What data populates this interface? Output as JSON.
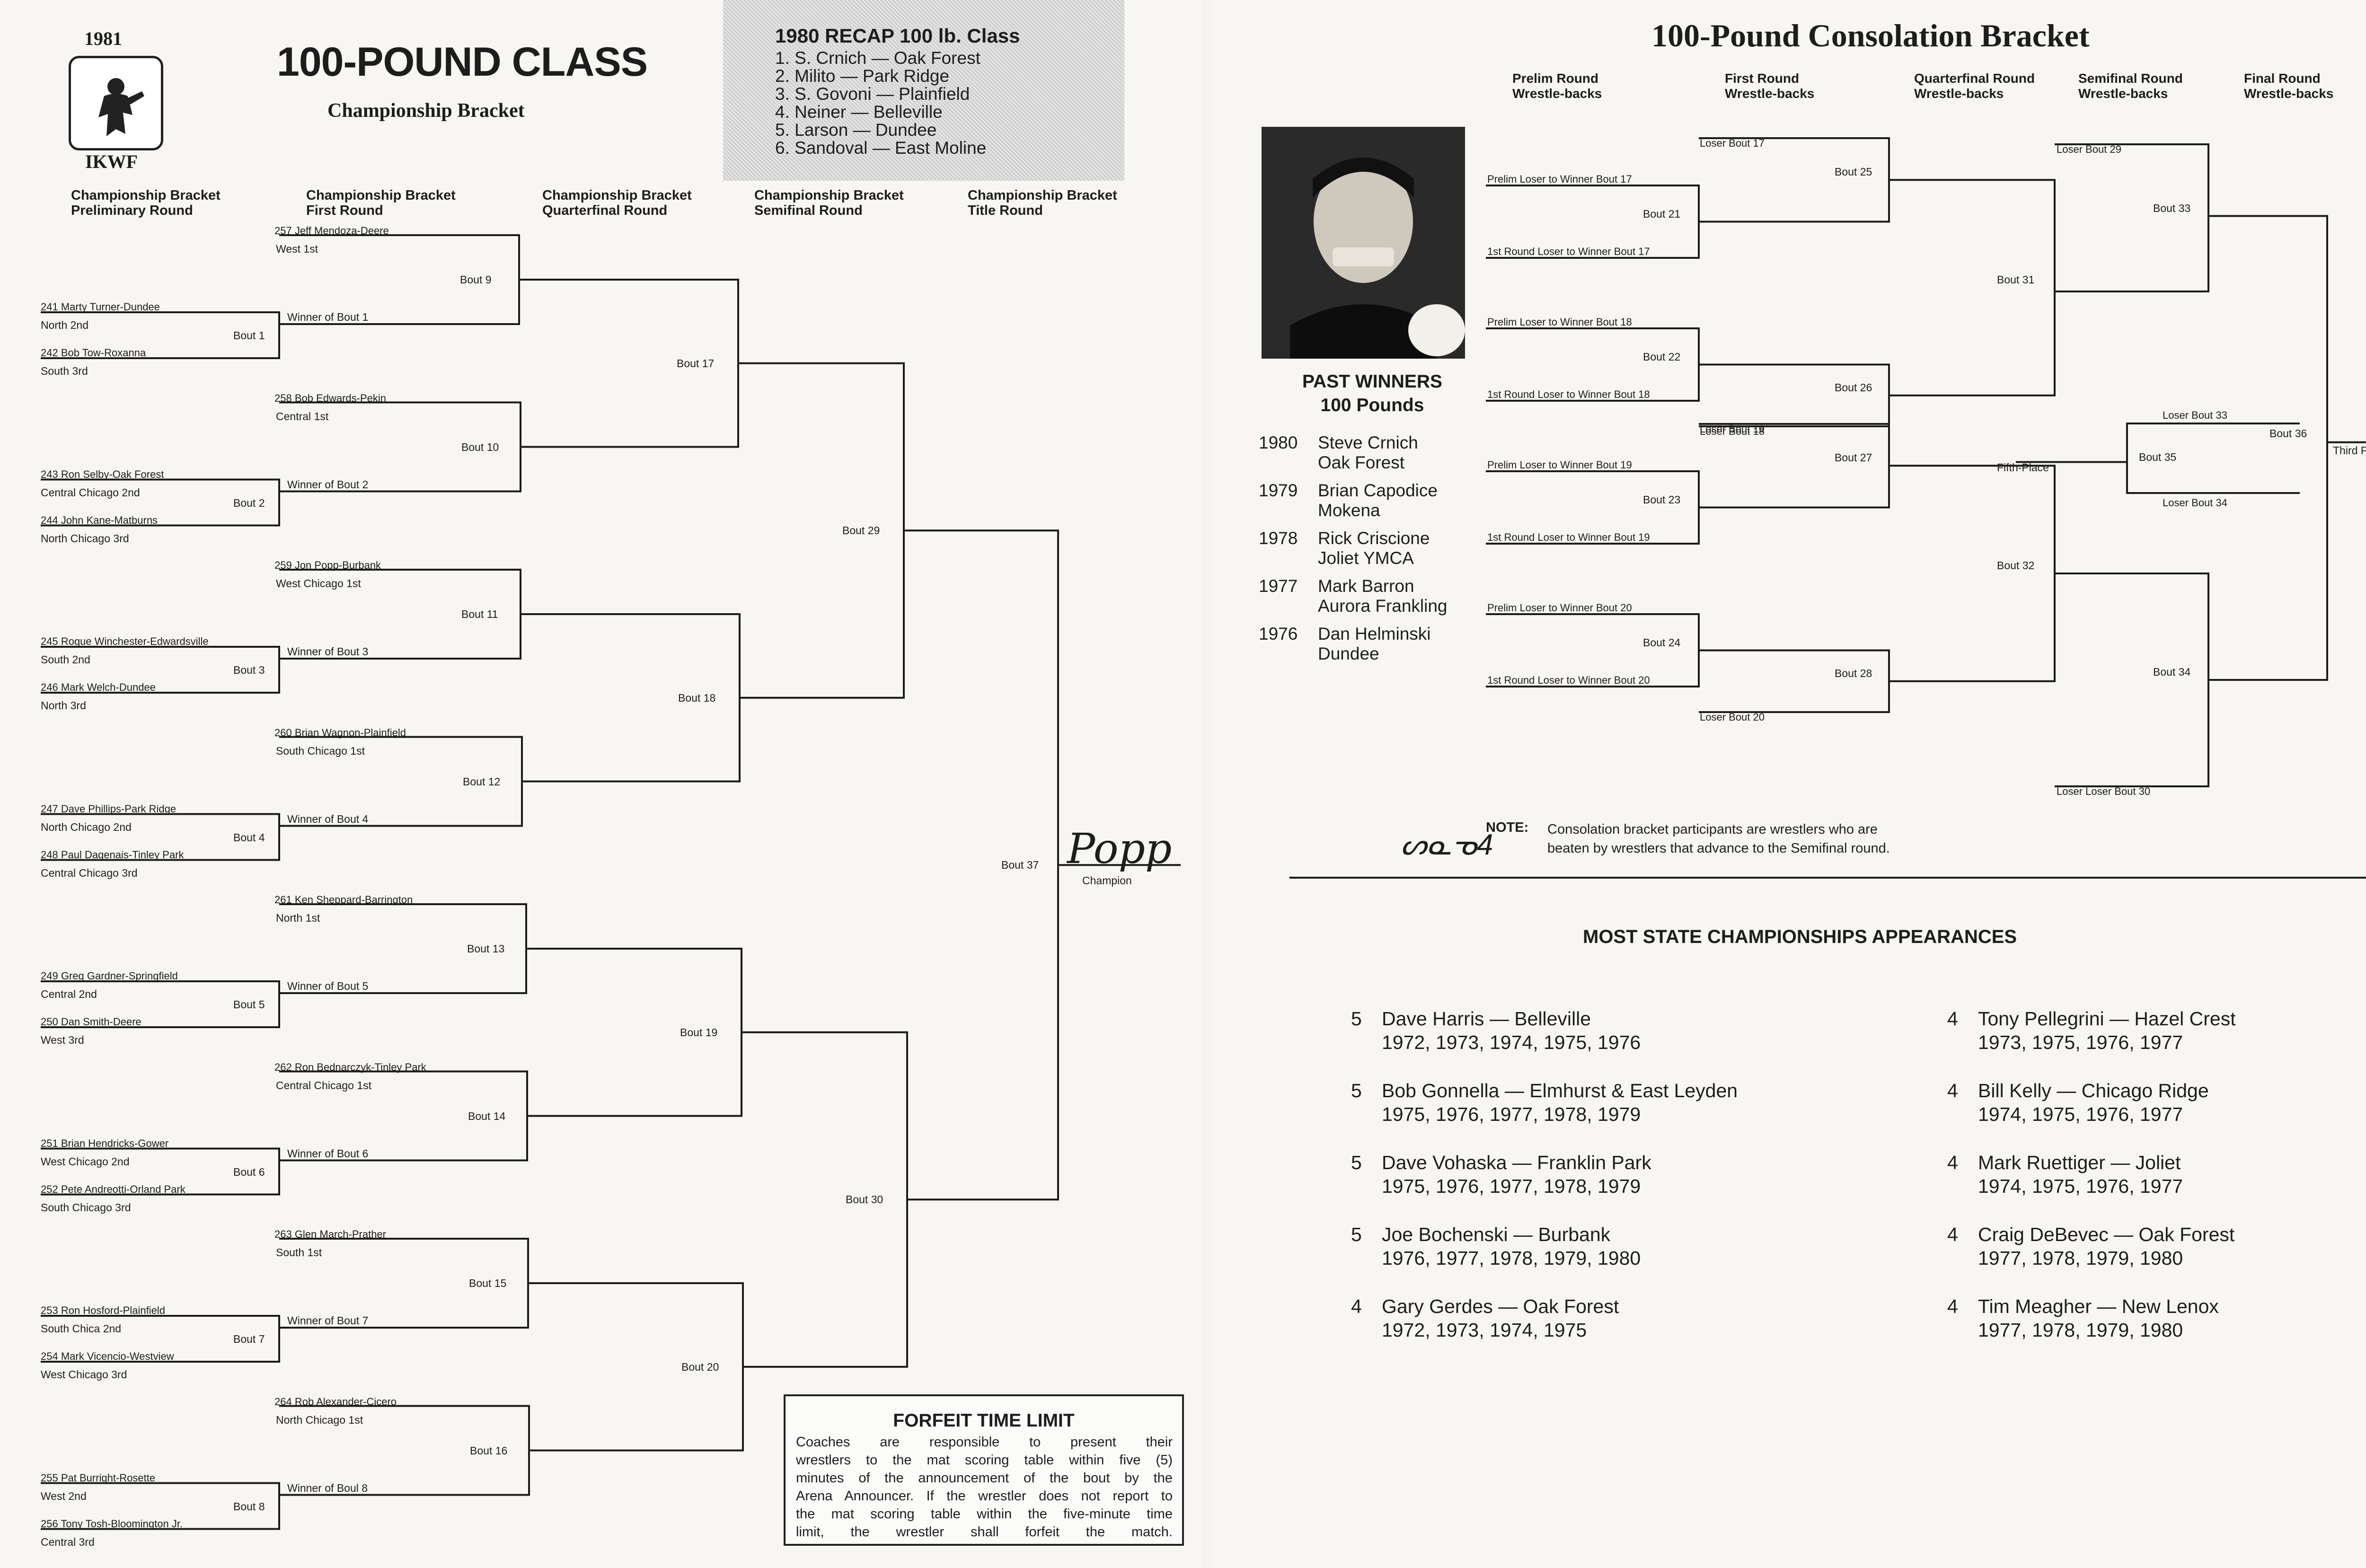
{
  "left": {
    "year": "1981",
    "logo_text": "IKWF",
    "title": "100-POUND CLASS",
    "subtitle": "Championship Bracket",
    "recap": {
      "title": "1980 RECAP  100 lb. Class",
      "items": [
        "1.  S. Crnich — Oak Forest",
        "2.  Milito — Park Ridge",
        "3.  S. Govoni — Plainfield",
        "4.  Neiner — Belleville",
        "5.  Larson — Dundee",
        "6.  Sandoval — East Moline"
      ]
    },
    "round_headers": [
      "Championship Bracket\nPreliminary Round",
      "Championship Bracket\nFirst Round",
      "Championship Bracket\nQuarterfinal Round",
      "Championship Bracket\nSemifinal Round",
      "Championship Bracket\nTitle Round"
    ],
    "groups": [
      {
        "seed": "257 Jeff Mendoza-Deere",
        "seed_sub": "West 1st",
        "a": "241 Marty Turner-Dundee",
        "a_sub": "North 2nd",
        "b": "242 Bob Tow-Roxanna",
        "b_sub": "South 3rd",
        "prelim": "Bout  1",
        "winner": "Winner of Bout  1",
        "first": "Bout  9"
      },
      {
        "seed": "258 Bob Edwards-Pekin",
        "seed_sub": "Central 1st",
        "a": "243 Ron Selby-Oak Forest",
        "a_sub": "Central Chicago 2nd",
        "b": "244 John Kane-Matburns",
        "b_sub": "North Chicago 3rd",
        "prelim": "Bout  2",
        "winner": "Winner of Bout  2",
        "first": "Bout 10"
      },
      {
        "seed": "259 Jon Popp-Burbank",
        "seed_sub": "West Chicago 1st",
        "a": "245 Roque Winchester-Edwardsville",
        "a_sub": "South 2nd",
        "b": "246 Mark Welch-Dundee",
        "b_sub": "North 3rd",
        "prelim": "Bout  3",
        "winner": "Winner of Bout  3",
        "first": "Bout 11"
      },
      {
        "seed": "260 Brian Wagnon-Plainfield",
        "seed_sub": "South Chicago 1st",
        "a": "247 Dave Phillips-Park Ridge",
        "a_sub": "North Chicago 2nd",
        "b": "248 Paul Dagenais-Tinley Park",
        "b_sub": "Central Chicago 3rd",
        "prelim": "Bout  4",
        "winner": "Winner of Bout  4",
        "first": "Bout 12"
      },
      {
        "seed": "261 Ken Sheppard-Barrington",
        "seed_sub": "North 1st",
        "a": "249 Greg Gardner-Springfield",
        "a_sub": "Central 2nd",
        "b": "250 Dan Smith-Deere",
        "b_sub": "West 3rd",
        "prelim": "Bout  5",
        "winner": "Winner of Bout  5",
        "first": "Bout 13"
      },
      {
        "seed": "262 Ron Bednarczyk-Tinley Park",
        "seed_sub": "Central Chicago 1st",
        "a": "251 Brian Hendricks-Gower",
        "a_sub": "West Chicago 2nd",
        "b": "252 Pete Andreotti-Orland Park",
        "b_sub": "South Chicago 3rd",
        "prelim": "Bout  6",
        "winner": "Winner of Bout  6",
        "first": "Bout 14"
      },
      {
        "seed": "263 Glen March-Prather",
        "seed_sub": "South 1st",
        "a": "253 Ron Hosford-Plainfield",
        "a_sub": "South Chica 2nd",
        "b": "254 Mark Vicencio-Westview",
        "b_sub": "West Chicago 3rd",
        "prelim": "Bout  7",
        "winner": "Winner of Bout  7",
        "first": "Bout 15"
      },
      {
        "seed": "264 Rob Alexander-Cicero",
        "seed_sub": "North Chicago 1st",
        "a": "255 Pat Burright-Rosette",
        "a_sub": "West 2nd",
        "b": "256 Tony Tosh-Bloomington Jr.",
        "b_sub": "Central 3rd",
        "prelim": "Bout  8",
        "winner": "Winner of Boul 8",
        "first": "Bout 16"
      }
    ],
    "quarter": [
      "Bout 17",
      "Bout 18",
      "Bout 19",
      "Bout 20"
    ],
    "semi": [
      "Bout 29",
      "Bout 30"
    ],
    "title_bout": "Bout 37",
    "champion_signature": "Popp",
    "champion_label": "Champion",
    "forfeit": {
      "title": "FORFEIT TIME LIMIT",
      "lines": [
        "Coaches are responsible to present their",
        "wrestlers to the mat scoring table within five (5)",
        "minutes of the announcement of the bout by the",
        "Arena Announcer. If the wrestler does not report to",
        "the mat scoring table within the five-minute time",
        "limit, the wrestler shall forfeit the match."
      ]
    }
  },
  "right": {
    "title": "100-Pound Consolation Bracket",
    "round_headers": [
      "Prelim Round\nWrestle-backs",
      "First Round\nWrestle-backs",
      "Quarterfinal Round\nWrestle-backs",
      "Semifinal Round\nWrestle-backs",
      "Final Round\nWrestle-backs"
    ],
    "past_winners_title": "PAST WINNERS\n100 Pounds",
    "past_winners": [
      {
        "year": "1980",
        "name": "Steve Crnich",
        "club": "Oak Forest"
      },
      {
        "year": "1979",
        "name": "Brian Capodice",
        "club": "Mokena"
      },
      {
        "year": "1978",
        "name": "Rick Criscione",
        "club": "Joliet YMCA"
      },
      {
        "year": "1977",
        "name": "Mark Barron",
        "club": "Aurora Frankling"
      },
      {
        "year": "1976",
        "name": "Dan Helminski",
        "club": "Dundee"
      }
    ],
    "cons_groups": [
      {
        "loser": "Loser Bout 17",
        "prelim_a": "Prelim Loser to Winner Bout 17",
        "prelim_b": "1st Round Loser to Winner Bout 17",
        "prelim_bout": "Bout 21",
        "first_bout": "Bout 25"
      },
      {
        "loser": "Loser Bout 18",
        "prelim_a": "Prelim Loser to Winner Bout 18",
        "prelim_b": "1st Round Loser to Winner Bout 18",
        "prelim_bout": "Bout 22",
        "first_bout": "Bout 26"
      },
      {
        "loser": "Loser Bout 19",
        "prelim_a": "Prelim Loser to Winner Bout 19",
        "prelim_b": "1st Round Loser to Winner Bout 19",
        "prelim_bout": "Bout 23",
        "first_bout": "Bout 27"
      },
      {
        "loser": "Loser Bout 20",
        "prelim_a": "Prelim Loser to Winner Bout 20",
        "prelim_b": "1st Round Loser to Winner Bout 20",
        "prelim_bout": "Bout 24",
        "first_bout": "Bout 28"
      }
    ],
    "quarter": [
      "Bout 31",
      "Bout 32"
    ],
    "semi_losers": [
      "Loser Bout 29",
      "Loser Loser Bout 30"
    ],
    "semi": [
      "Bout 33",
      "Bout 34"
    ],
    "fifth": {
      "top": "Loser Bout 33",
      "bottom": "Loser Bout 34",
      "bout": "Bout 35",
      "label": "Fifth-Place"
    },
    "final_bout": "Bout 36",
    "third_place": "Third Place",
    "note_label": "NOTE:",
    "note_lines": [
      "Consolation bracket participants are wrestlers who are",
      "beaten by wrestlers that advance to the Semifinal round."
    ],
    "handwriting": "ᔕᓇᓀ4",
    "appearances_title": "MOST STATE CHAMPIONSHIPS APPEARANCES",
    "appearances_left": [
      {
        "count": "5",
        "name": "Dave Harris — Belleville",
        "years": "1972, 1973, 1974, 1975, 1976"
      },
      {
        "count": "5",
        "name": "Bob Gonnella — Elmhurst & East Leyden",
        "years": "1975, 1976, 1977, 1978, 1979"
      },
      {
        "count": "5",
        "name": "Dave Vohaska — Franklin Park",
        "years": "1975, 1976, 1977, 1978, 1979"
      },
      {
        "count": "5",
        "name": "Joe Bochenski — Burbank",
        "years": "1976, 1977, 1978, 1979, 1980"
      },
      {
        "count": "4",
        "name": "Gary Gerdes — Oak Forest",
        "years": "1972, 1973, 1974, 1975"
      }
    ],
    "appearances_right": [
      {
        "count": "4",
        "name": "Tony Pellegrini — Hazel Crest",
        "years": "1973, 1975, 1976, 1977"
      },
      {
        "count": "4",
        "name": "Bill Kelly — Chicago Ridge",
        "years": "1974, 1975, 1976, 1977"
      },
      {
        "count": "4",
        "name": "Mark Ruettiger — Joliet",
        "years": "1974, 1975, 1976, 1977"
      },
      {
        "count": "4",
        "name": "Craig DeBevec — Oak Forest",
        "years": "1977, 1978, 1979, 1980"
      },
      {
        "count": "4",
        "name": "Tim Meagher — New Lenox",
        "years": "1977, 1978, 1979, 1980"
      }
    ]
  }
}
